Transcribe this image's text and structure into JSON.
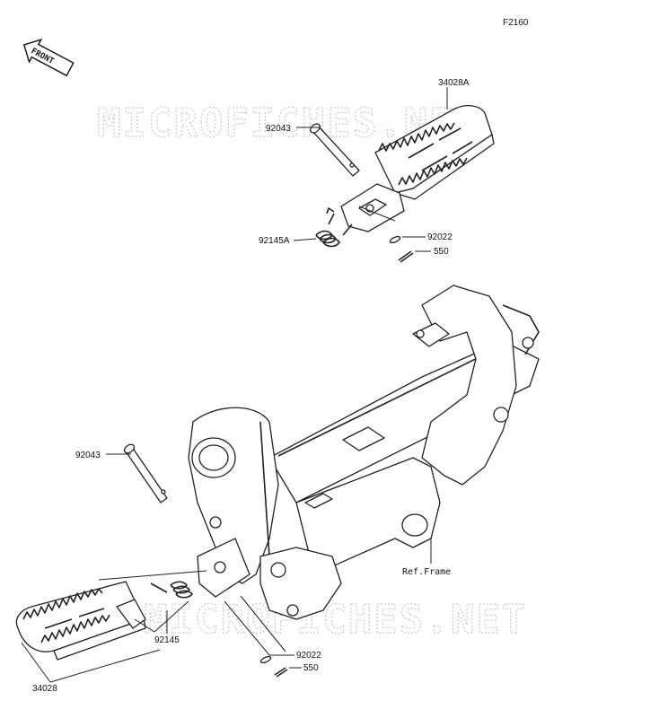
{
  "diagram": {
    "figure_code": "F2160",
    "front_badge": "FRONT",
    "watermark": "MICROFICHES.NET",
    "reference_frame": "Ref.Frame",
    "callouts": {
      "footpeg_right": "34028A",
      "pin_upper": "92043",
      "spring_upper": "92145A",
      "washer_upper": "92022",
      "cotter_upper": "550",
      "pin_lower": "92043",
      "spring_lower": "92145",
      "footpeg_left": "34028",
      "washer_lower": "92022",
      "cotter_lower": "550"
    }
  }
}
